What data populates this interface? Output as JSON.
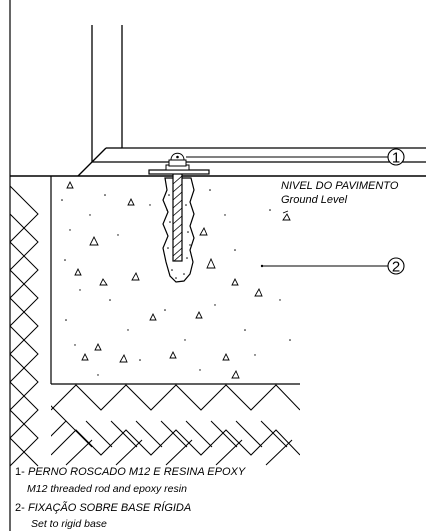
{
  "callouts": [
    {
      "number": "1"
    },
    {
      "number": "2"
    }
  ],
  "level": {
    "label": "NIVEL DO PAVIMENTO",
    "label_en": "Ground Level"
  },
  "legend": [
    {
      "number": "1-",
      "title": "PERNO ROSCADO M12 E RESINA EPOXY",
      "subtitle": "M12 threaded rod and epoxy resin"
    },
    {
      "number": "2-",
      "title": "FIXAÇÃO SOBRE BASE RÍGIDA",
      "subtitle": "Set to rigid base"
    }
  ]
}
